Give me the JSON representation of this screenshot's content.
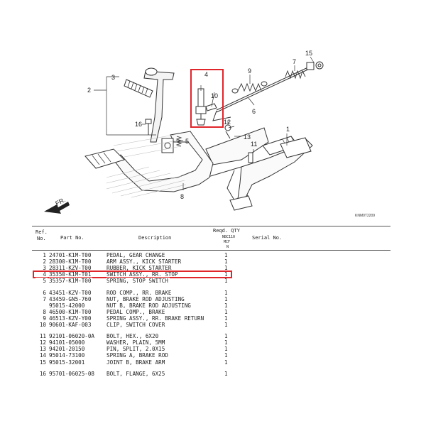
{
  "diagram": {
    "callouts": [
      "1",
      "2",
      "3",
      "4",
      "5",
      "6",
      "7",
      "8",
      "9",
      "10",
      "11",
      "12",
      "13",
      "15",
      "16"
    ],
    "fr_label": "FR.",
    "figure_code": "KNM0T2209",
    "highlight_color": "#e0252b"
  },
  "table": {
    "headers": {
      "ref": "Ref.",
      "no": "No.",
      "part_no": "Part No.",
      "description": "Description",
      "reqd_qty": "Reqd. QTY",
      "model_code": "NBC110",
      "model_sub": "MCF",
      "model_ver": "N",
      "serial_no": "Serial No."
    },
    "groups": [
      [
        {
          "ref": "1",
          "part": "24701-K1M-T00",
          "desc": "PEDAL, GEAR CHANGE",
          "qty": "1"
        },
        {
          "ref": "2",
          "part": "28300-K1M-T00",
          "desc": "ARM ASSY., KICK STARTER",
          "qty": "1"
        },
        {
          "ref": "3",
          "part": "28311-KZV-T00",
          "desc": "RUBBER, KICK STARTER",
          "qty": "1"
        },
        {
          "ref": "4",
          "part": "35350-K1M-T01",
          "desc": "SWITCH ASSY., RR. STOP",
          "qty": "1",
          "highlight": true
        },
        {
          "ref": "5",
          "part": "35357-K1M-T00",
          "desc": "SPRING, STOP SWITCH",
          "qty": "1"
        }
      ],
      [
        {
          "ref": "6",
          "part": "43451-KZV-T00",
          "desc": "ROD COMP., RR. BRAKE",
          "qty": "1"
        },
        {
          "ref": "7",
          "part": "43459-GN5-760",
          "desc": "NUT, BRAKE ROD ADJUSTING",
          "qty": "1"
        },
        {
          "ref": "",
          "part": "95015-42000",
          "desc": "NUT B, BRAKE ROD ADJUSTING",
          "qty": "1"
        },
        {
          "ref": "8",
          "part": "46500-K1M-T00",
          "desc": "PEDAL COMP., BRAKE",
          "qty": "1"
        },
        {
          "ref": "9",
          "part": "46513-KZV-Y00",
          "desc": "SPRING ASSY., RR. BRAKE RETURN",
          "qty": "1"
        },
        {
          "ref": "10",
          "part": "90601-KAF-003",
          "desc": "CLIP, SWITCH COVER",
          "qty": "1"
        }
      ],
      [
        {
          "ref": "11",
          "part": "92101-06020-0A",
          "desc": "BOLT, HEX., 6X20",
          "qty": "1"
        },
        {
          "ref": "12",
          "part": "94101-05000",
          "desc": "WASHER, PLAIN, 5MM",
          "qty": "1"
        },
        {
          "ref": "13",
          "part": "94201-20150",
          "desc": "PIN, SPLIT, 2.0X15",
          "qty": "1"
        },
        {
          "ref": "14",
          "part": "95014-73100",
          "desc": "SPRING A, BRAKE ROD",
          "qty": "1"
        },
        {
          "ref": "15",
          "part": "95015-32001",
          "desc": "JOINT B, BRAKE ARM",
          "qty": "1"
        }
      ],
      [
        {
          "ref": "16",
          "part": "95701-06025-08",
          "desc": "BOLT, FLANGE, 6X25",
          "qty": "1"
        }
      ]
    ]
  }
}
